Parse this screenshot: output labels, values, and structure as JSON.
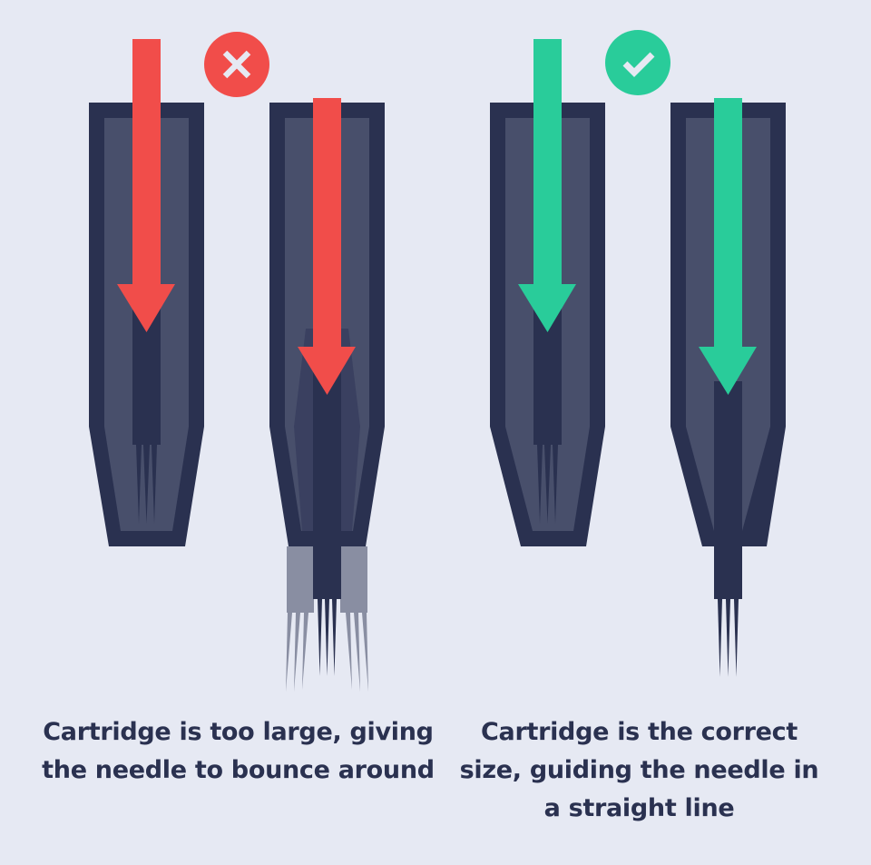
{
  "colors": {
    "background": "#e6e9f3",
    "cartridge_outer": "#2a3150",
    "cartridge_inner": "#484f6b",
    "cartridge_inner_dark": "#3a4060",
    "needle": "#2a3150",
    "needle_ghost": "#898ea2",
    "wrong_accent": "#f14d4a",
    "right_accent": "#29cc9a",
    "icon_glyph": "#e6e9f3",
    "caption_text": "#2a3150"
  },
  "panels": [
    {
      "id": "wrong",
      "status": "incorrect",
      "icon": "x-mark-icon",
      "caption_lines": [
        "Cartridge is too large, giving",
        "the needle to bounce around"
      ]
    },
    {
      "id": "right",
      "status": "correct",
      "icon": "check-mark-icon",
      "caption_lines": [
        "Cartridge is the correct",
        "size, guiding the needle in",
        "a straight line"
      ]
    }
  ]
}
